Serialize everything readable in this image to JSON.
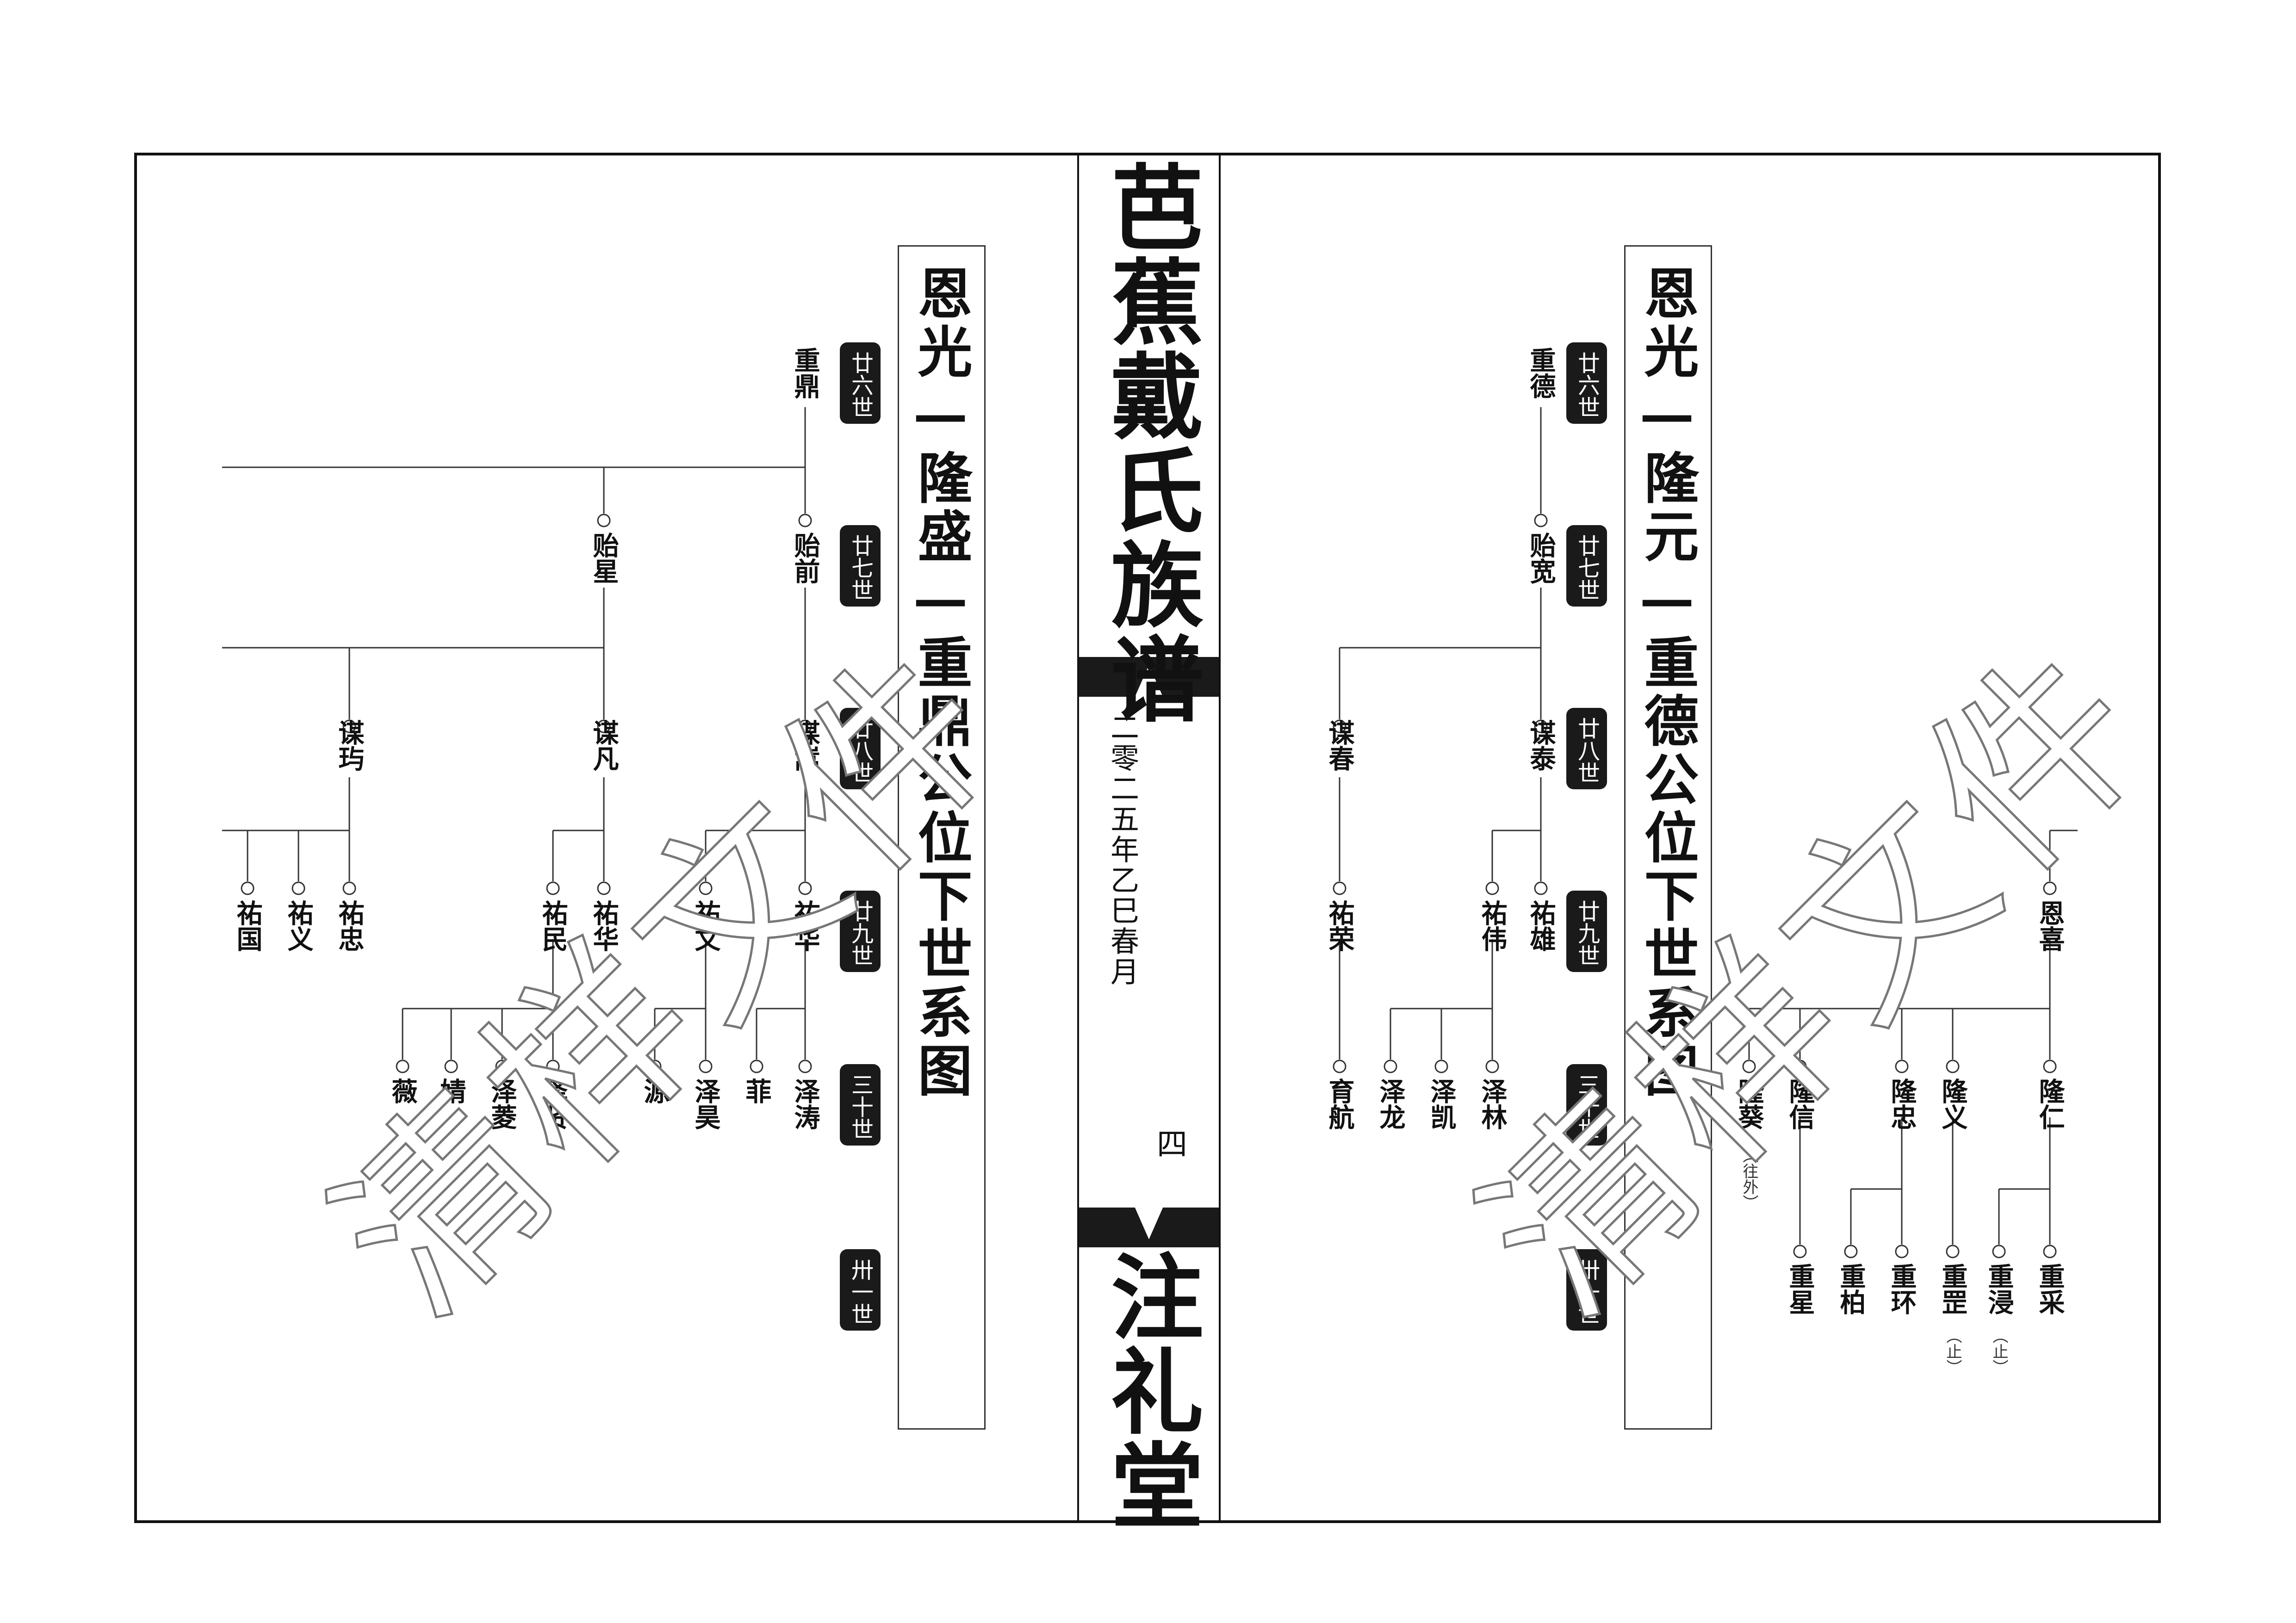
{
  "spine": {
    "title": "芭蕉戴氏族谱",
    "date": "二零二五年乙巳春月",
    "page_number": "四",
    "hall": "注礼堂"
  },
  "generations": [
    "廿六世",
    "廿七世",
    "廿八世",
    "廿九世",
    "三十世",
    "卅一世"
  ],
  "left_page": {
    "title": "恩光—隆盛—重鼎公位下世系图",
    "names": {
      "g26": [
        "重鼎"
      ],
      "g27": [
        "贻星",
        "贻前"
      ],
      "g28": [
        "谋玙",
        "谋凡",
        "谋嵩"
      ],
      "g29": [
        "祐国",
        "祐义",
        "祐忠",
        "祐民",
        "祐华",
        "祐文",
        "祐华"
      ],
      "g30": [
        "薇",
        "婧",
        "泽菱",
        "泽贤",
        "源",
        "泽昊",
        "菲",
        "泽涛"
      ]
    }
  },
  "right_page": {
    "title": "恩光—隆元—重德公位下世系图",
    "names": {
      "g26": [
        "重德"
      ],
      "g27": [
        "贻宽"
      ],
      "g28": [
        "谋春",
        "谋泰"
      ],
      "g29": [
        "祐荣",
        "祐伟",
        "祐雄",
        "恩喜"
      ],
      "g30": [
        "育航",
        "泽龙",
        "泽凯",
        "泽林",
        "隆葵",
        "隆信",
        "隆忠",
        "隆义",
        "隆仁"
      ],
      "g31": [
        "重星",
        "重柏",
        "重环",
        "重罡",
        "重浸",
        "重采"
      ]
    },
    "notes": {
      "outside": "（往外）",
      "stop": "（止）"
    }
  },
  "watermark": "清样文件"
}
